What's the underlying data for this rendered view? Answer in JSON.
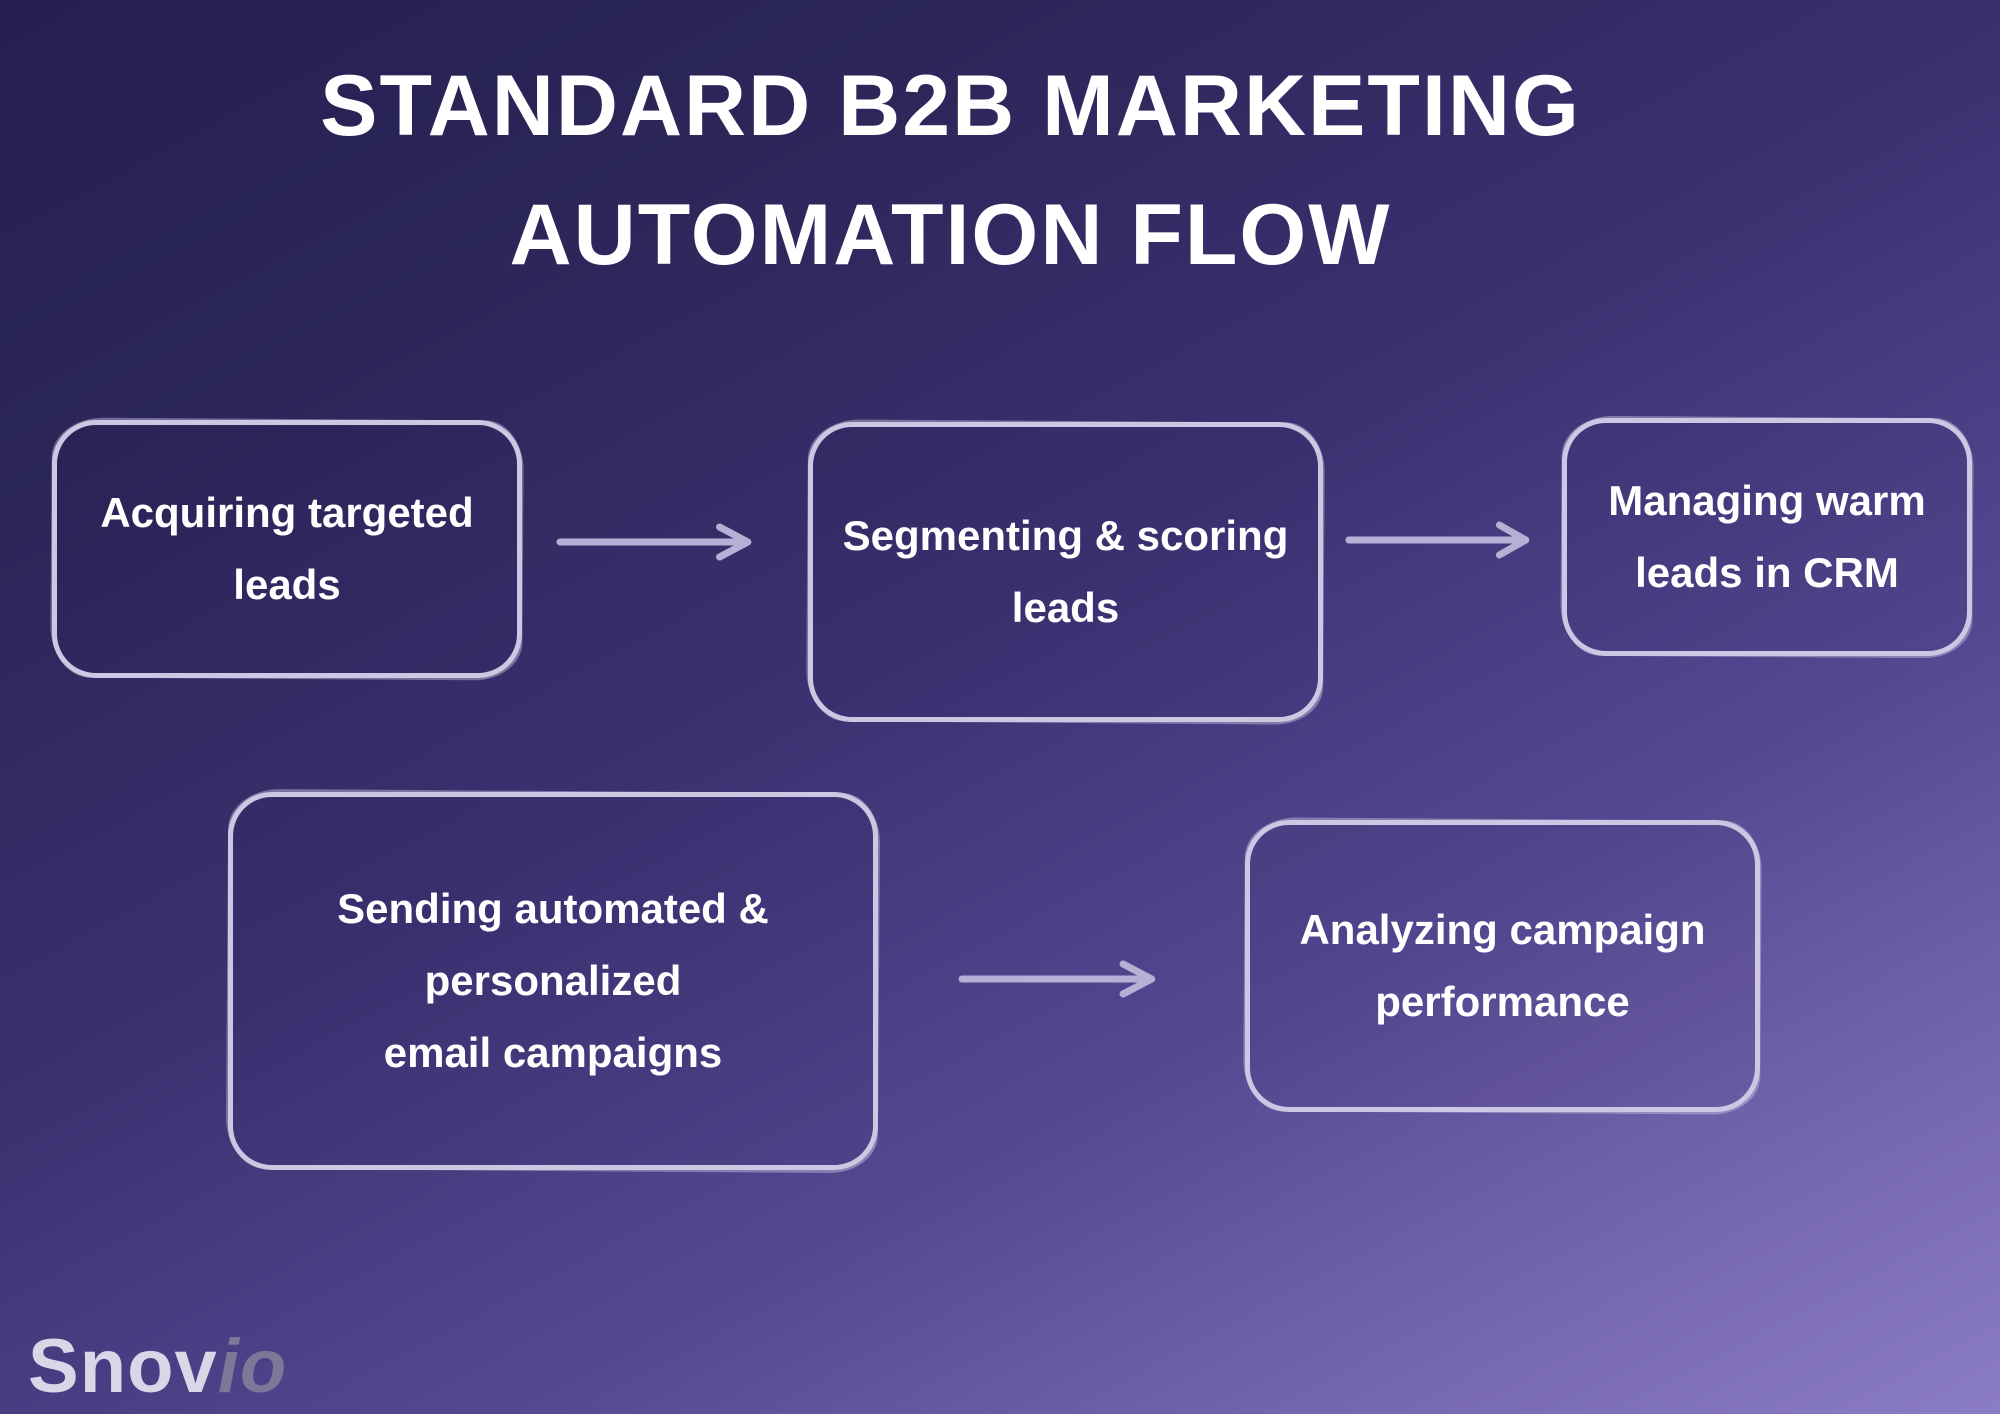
{
  "title": {
    "line1": "STANDARD B2B MARKETING",
    "line2": "AUTOMATION FLOW"
  },
  "flow": {
    "boxes": [
      {
        "name": "acquiring-targeted-leads",
        "lines": [
          "Acquiring targeted",
          "leads"
        ]
      },
      {
        "name": "segmenting-scoring-leads",
        "lines": [
          "Segmenting & scoring",
          "leads"
        ]
      },
      {
        "name": "managing-warm-leads-in-crm",
        "lines": [
          "Managing warm",
          "leads in CRM"
        ]
      },
      {
        "name": "sending-email-campaigns",
        "lines": [
          "Sending automated &",
          "personalized",
          "email campaigns"
        ]
      },
      {
        "name": "analyzing-campaign-performance",
        "lines": [
          "Analyzing campaign",
          "performance"
        ]
      }
    ],
    "connections": [
      {
        "from": "acquiring-targeted-leads",
        "to": "segmenting-scoring-leads"
      },
      {
        "from": "segmenting-scoring-leads",
        "to": "managing-warm-leads-in-crm"
      },
      {
        "from": "sending-email-campaigns",
        "to": "analyzing-campaign-performance"
      }
    ]
  },
  "logo": {
    "brand": "Snov",
    "suffix": "io"
  },
  "colors": {
    "background_top": "#252050",
    "background_bottom": "#8b7cc6",
    "box_border": "#cdc7e3",
    "arrow": "#b6afd6",
    "text": "#ffffff",
    "logo_brand": "#d9d6e8",
    "logo_suffix": "#7d7798"
  }
}
